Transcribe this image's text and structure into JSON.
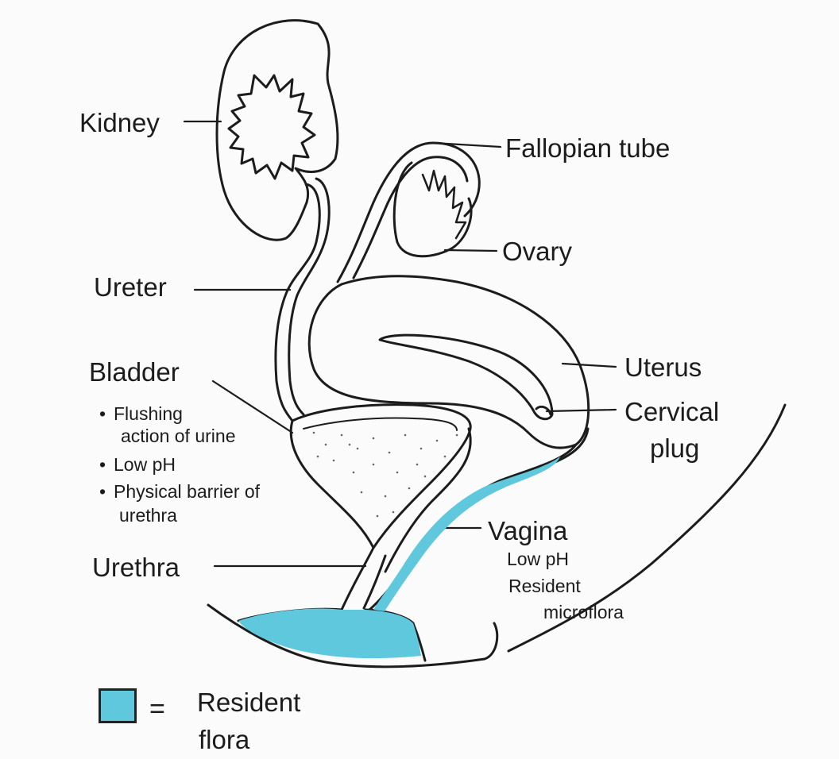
{
  "labels": {
    "kidney": "Kidney",
    "fallopian_tube": "Fallopian tube",
    "ovary": "Ovary",
    "ureter": "Ureter",
    "uterus": "Uterus",
    "bladder": "Bladder",
    "cervical_plug_line1": "Cervical",
    "cervical_plug_line2": "plug",
    "urethra": "Urethra",
    "vagina": "Vagina"
  },
  "bladder_notes": {
    "flushing_line1": "Flushing",
    "flushing_line2": "action of urine",
    "low_ph": "Low pH",
    "barrier_line1": "Physical barrier of",
    "barrier_line2": "urethra"
  },
  "vagina_notes": {
    "low_ph": "Low pH",
    "resident_line1": "Resident",
    "resident_line2": "microflora"
  },
  "legend": {
    "equals": "=",
    "text_line1": "Resident",
    "text_line2": "flora",
    "swatch_color": "#5fc8dc"
  },
  "colors": {
    "resident_flora": "#5fc8dc",
    "outline": "#1c1c1c",
    "background": "#fbfbfb"
  }
}
